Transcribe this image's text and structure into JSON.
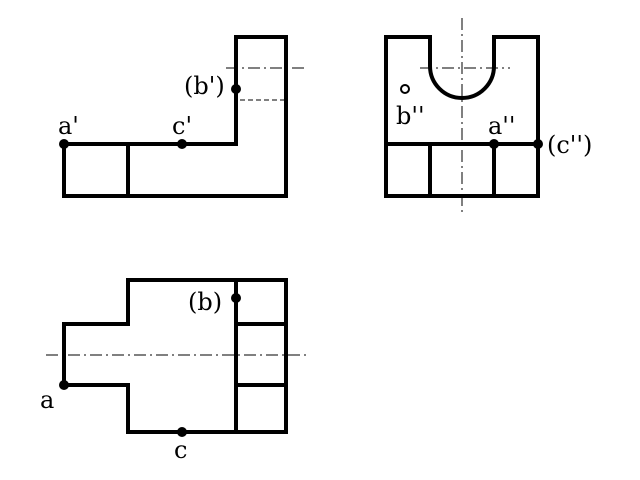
{
  "labels": {
    "a_prime": "a'",
    "c_prime": "c'",
    "b_prime": "(b')",
    "b_dprime": "b''",
    "a_dprime": "a''",
    "c_dprime": "(c'')",
    "b": "(b)",
    "a": "a",
    "c": "c"
  }
}
